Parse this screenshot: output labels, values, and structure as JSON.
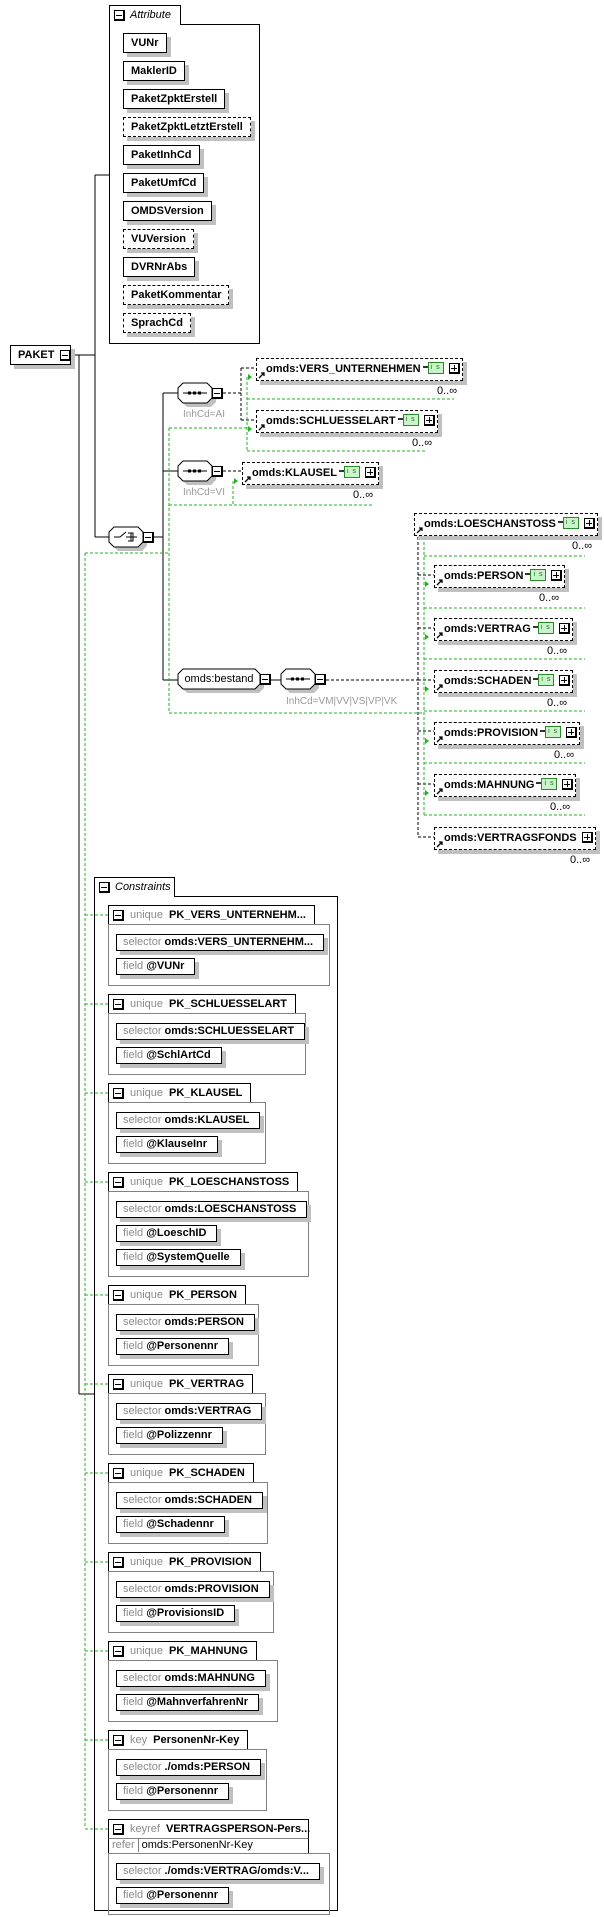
{
  "root": {
    "name": "PAKET"
  },
  "attributes": {
    "title": "Attribute",
    "items": [
      {
        "name": "VUNr",
        "optional": false
      },
      {
        "name": "MaklerID",
        "optional": false
      },
      {
        "name": "PaketZpktErstell",
        "optional": false
      },
      {
        "name": "PaketZpktLetztErstell",
        "optional": true
      },
      {
        "name": "PaketInhCd",
        "optional": false
      },
      {
        "name": "PaketUmfCd",
        "optional": false
      },
      {
        "name": "OMDSVersion",
        "optional": false
      },
      {
        "name": "VUVersion",
        "optional": true
      },
      {
        "name": "DVRNrAbs",
        "optional": false
      },
      {
        "name": "PaketKommentar",
        "optional": true
      },
      {
        "name": "SprachCd",
        "optional": true
      }
    ]
  },
  "groups": [
    {
      "kind": "sequence",
      "label": "InhCd=AI"
    },
    {
      "kind": "sequence",
      "label": "InhCd=VI"
    },
    {
      "kind": "sequence",
      "label": "InhCd=VM|VV|VS|VP|VK"
    }
  ],
  "bestand": {
    "name": "omds:bestand"
  },
  "icons": {
    "simple_type_text": "i s"
  },
  "elements": [
    {
      "name": "omds:VERS_UNTERNEHMEN",
      "cardinality": "0..∞",
      "simple_type": true
    },
    {
      "name": "omds:SCHLUESSELART",
      "cardinality": "0..∞",
      "simple_type": true
    },
    {
      "name": "omds:KLAUSEL",
      "cardinality": "0..∞",
      "simple_type": true
    },
    {
      "name": "omds:LOESCHANSTOSS",
      "cardinality": "0..∞",
      "simple_type": true
    },
    {
      "name": "omds:PERSON",
      "cardinality": "0..∞",
      "simple_type": true
    },
    {
      "name": "omds:VERTRAG",
      "cardinality": "0..∞",
      "simple_type": true
    },
    {
      "name": "omds:SCHADEN",
      "cardinality": "0..∞",
      "simple_type": true
    },
    {
      "name": "omds:PROVISION",
      "cardinality": "0..∞",
      "simple_type": true
    },
    {
      "name": "omds:MAHNUNG",
      "cardinality": "0..∞",
      "simple_type": true
    },
    {
      "name": "omds:VERTRAGSFONDS",
      "cardinality": "0..∞",
      "simple_type": false
    }
  ],
  "constraints": {
    "title": "Constraints",
    "selector_label": "selector",
    "field_label": "field",
    "refer_label": "refer",
    "items": [
      {
        "kind": "unique",
        "name": "PK_VERS_UNTERNEHM...",
        "selector": "omds:VERS_UNTERNEHM...",
        "fields": [
          "@VUNr"
        ]
      },
      {
        "kind": "unique",
        "name": "PK_SCHLUESSELART",
        "selector": "omds:SCHLUESSELART",
        "fields": [
          "@SchlArtCd"
        ]
      },
      {
        "kind": "unique",
        "name": "PK_KLAUSEL",
        "selector": "omds:KLAUSEL",
        "fields": [
          "@KlauseInr"
        ]
      },
      {
        "kind": "unique",
        "name": "PK_LOESCHANSTOSS",
        "selector": "omds:LOESCHANSTOSS",
        "fields": [
          "@LoeschID",
          "@SystemQuelle"
        ]
      },
      {
        "kind": "unique",
        "name": "PK_PERSON",
        "selector": "omds:PERSON",
        "fields": [
          "@Personennr"
        ]
      },
      {
        "kind": "unique",
        "name": "PK_VERTRAG",
        "selector": "omds:VERTRAG",
        "fields": [
          "@Polizzennr"
        ]
      },
      {
        "kind": "unique",
        "name": "PK_SCHADEN",
        "selector": "omds:SCHADEN",
        "fields": [
          "@Schadennr"
        ]
      },
      {
        "kind": "unique",
        "name": "PK_PROVISION",
        "selector": "omds:PROVISION",
        "fields": [
          "@ProvisionsID"
        ]
      },
      {
        "kind": "unique",
        "name": "PK_MAHNUNG",
        "selector": "omds:MAHNUNG",
        "fields": [
          "@MahnverfahrenNr"
        ]
      },
      {
        "kind": "key",
        "name": "PersonenNr-Key",
        "selector": "./omds:PERSON",
        "fields": [
          "@Personennr"
        ]
      },
      {
        "kind": "keyref",
        "name": "VERTRAGSPERSON-Pers...",
        "refer": "omds:PersonenNr-Key",
        "selector": "./omds:VERTRAG/omds:V...",
        "fields": [
          "@Personennr"
        ]
      }
    ]
  },
  "colors": {
    "line": "#000000",
    "identity_line": "#1fb41f",
    "shadow": "#c0c0c0",
    "simple_type_icon": "#c9f3c9",
    "label_gray": "#8a8a8a"
  }
}
